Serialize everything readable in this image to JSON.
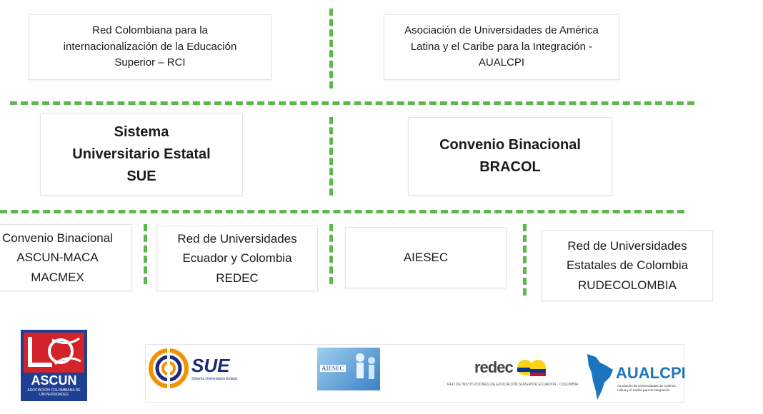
{
  "top_row": [
    "Red Colombiana para la\ninternacionalización de la Educación\nSuperior – RCI",
    "Asociación de Universidades de América\nLatina y el Caribe para la Integración -\nAUALCPI"
  ],
  "middle_row": [
    "Sistema\nUniversitario Estatal\nSUE",
    "Convenio Binacional\nBRACOL"
  ],
  "bottom_row": [
    "Convenio Binacional\nASCUN-MACA\nMACMEX",
    "Red de Universidades\nEcuador y Colombia\nREDEC",
    "AIESEC",
    "Red de Universidades\nEstatales de Colombia\nRUDECOLOMBIA"
  ],
  "logos": {
    "ascun": {
      "name": "ASCUN",
      "tagline": "ASOCIACIÓN COLOMBIANA DE UNIVERSIDADES"
    },
    "sue": {
      "name": "SUE",
      "tagline": "Sistema Universitario Estatal"
    },
    "aiesec": {
      "name": "AIESEC"
    },
    "redec": {
      "name": "redec",
      "tagline": "RED DE INSTITUCIONES DE EDUCACIÓN SUPERIOR ECUADOR - COLOMBIA"
    },
    "aualcpi": {
      "name": "AUALCPI",
      "tagline": "Asociación de Universidades de América Latina y el Caribe para la Integración"
    }
  },
  "colors": {
    "dash": "#5cb84d",
    "ascun_red": "#d2232a",
    "ascun_blue": "#1d3f94",
    "sue_navy": "#1b2a7a",
    "sue_orange": "#f39200",
    "aiesec_blue": "#3b7fc4",
    "aualcpi_blue": "#1c75bc"
  }
}
